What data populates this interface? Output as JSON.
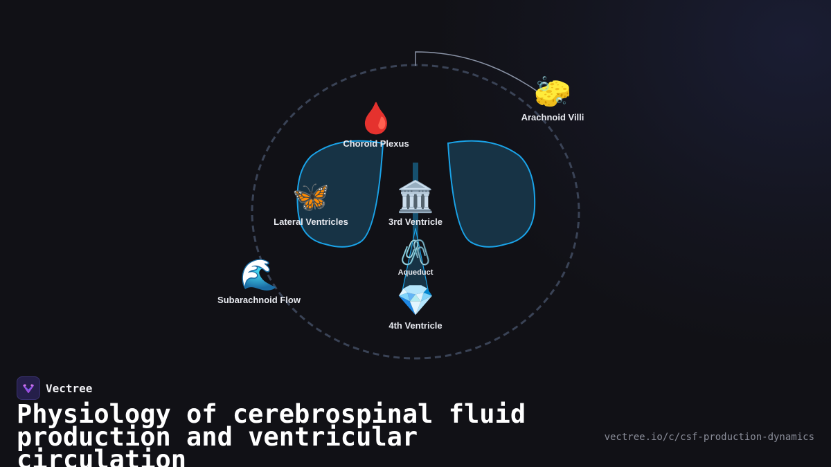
{
  "brand": {
    "name": "Vectree"
  },
  "title": "Physiology of cerebrospinal fluid production and ventricular circulation",
  "url": "vectree.io/c/csf-production-dynamics",
  "diagram": {
    "colors": {
      "ventricle_fill": "#173345",
      "ventricle_stroke": "#1aa3e8",
      "dashed_loop": "#3a4356",
      "arrow": "#8a93a6",
      "channel": "#16506e"
    },
    "nodes": {
      "choroid_plexus": {
        "label": "Choroid Plexus",
        "icon": "drop-of-blood-icon",
        "glyph": "🩸"
      },
      "arachnoid_villi": {
        "label": "Arachnoid Villi",
        "icon": "sponge-icon",
        "glyph": "🧽"
      },
      "lateral_ventricles": {
        "label": "Lateral Ventricles",
        "icon": "butterfly-icon",
        "glyph": "🦋"
      },
      "third_ventricle": {
        "label": "3rd Ventricle",
        "icon": "classical-building-icon",
        "glyph": "🏛️"
      },
      "aqueduct": {
        "label": "Aqueduct",
        "icon": "paperclips-icon",
        "glyph": "🖇️"
      },
      "subarachnoid_flow": {
        "label": "Subarachnoid Flow",
        "icon": "water-wave-icon",
        "glyph": "🌊"
      },
      "fourth_ventricle": {
        "label": "4th Ventricle",
        "icon": "gem-icon",
        "glyph": "💎"
      }
    }
  }
}
